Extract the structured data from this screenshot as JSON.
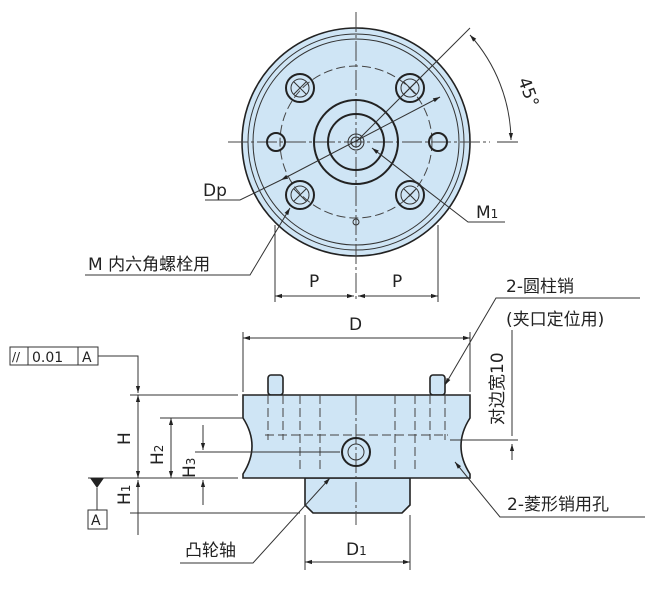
{
  "labels": {
    "angle": "45°",
    "dp": "Dp",
    "m1": "M1",
    "m1_main": "M",
    "m1_sub": "1",
    "bolt": "M 内六角螺栓用",
    "p_left": "P",
    "p_right": "P",
    "d": "D",
    "d1_main": "D",
    "d1_sub": "1",
    "h": "H",
    "h1_main": "H",
    "h1_sub": "1",
    "h2_main": "H",
    "h2_sub": "2",
    "h3_main": "H",
    "h3_sub": "3",
    "pin": "2-圆柱销",
    "pin_note": "(夹口定位用)",
    "flat_width": "对边宽10",
    "diamond_hole": "2-菱形销用孔",
    "cam_shaft": "凸轮轴"
  },
  "tolerance": {
    "symbol": "//",
    "value": "0.01",
    "datum": "A"
  },
  "datum": {
    "label": "A"
  },
  "colors": {
    "fill": "#cfe5f5",
    "line": "#222222"
  }
}
